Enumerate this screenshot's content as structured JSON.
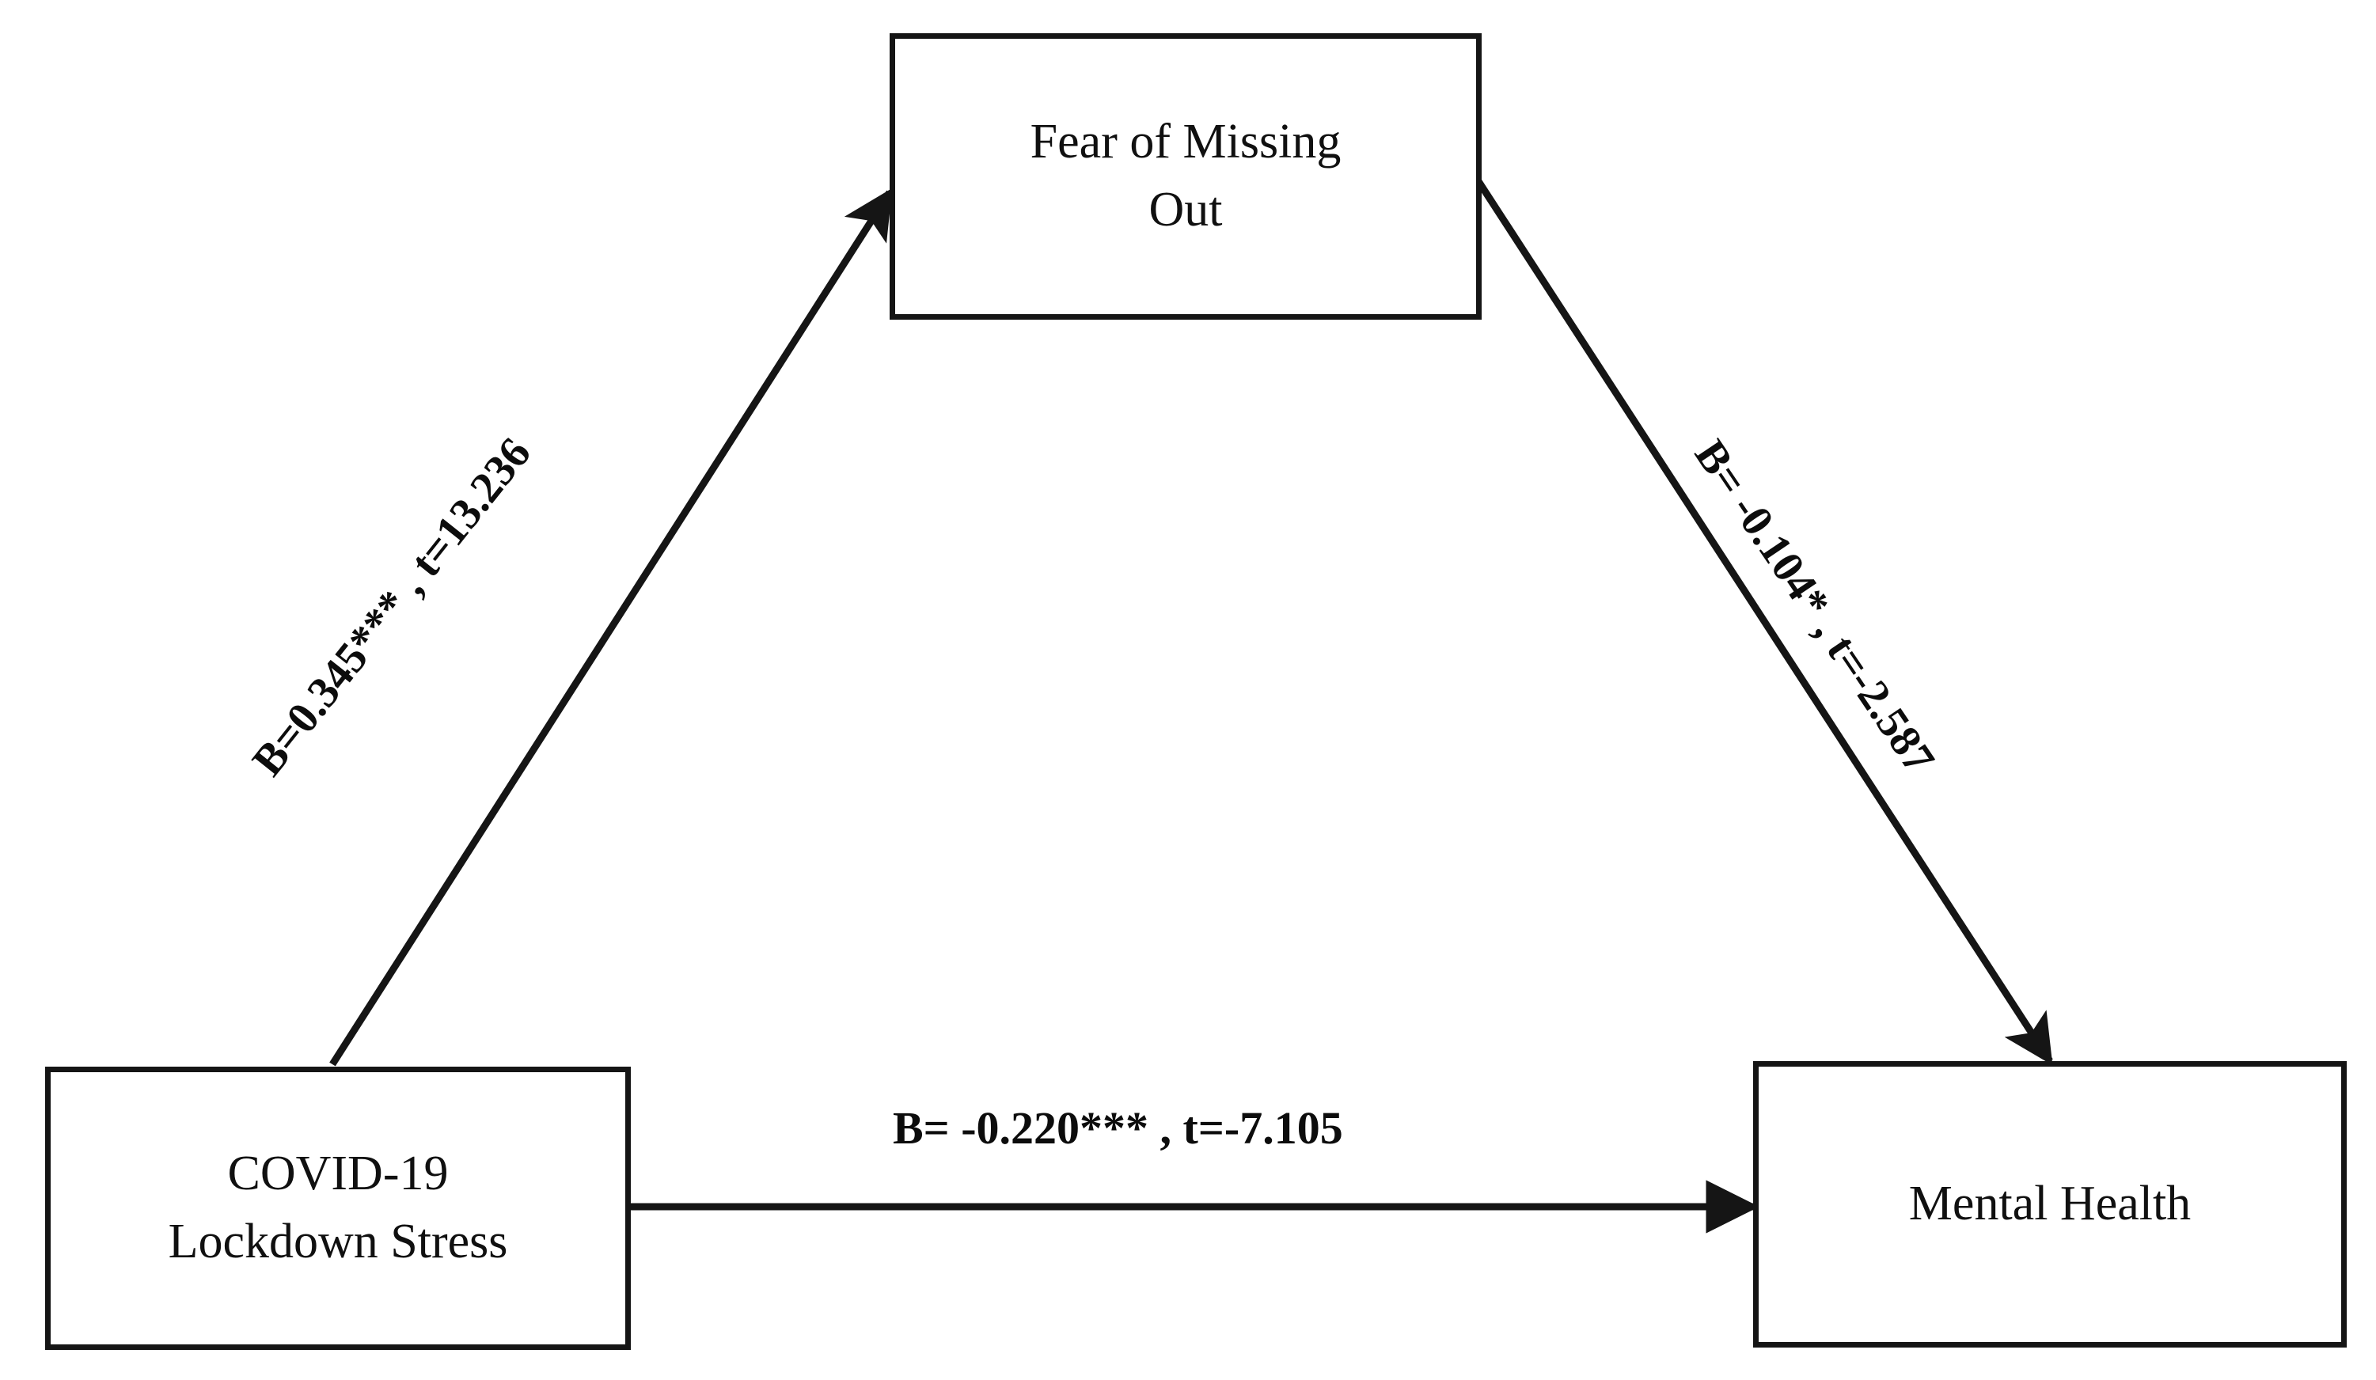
{
  "diagram": {
    "type": "mediation-path-model",
    "nodes": [
      {
        "id": "fomo",
        "name": "fear-of-missing-out",
        "lines": [
          "Fear of Missing",
          "Out"
        ]
      },
      {
        "id": "covid",
        "name": "covid-19-lockdown-stress",
        "lines": [
          "COVID-19",
          "Lockdown Stress"
        ]
      },
      {
        "id": "mental",
        "name": "mental-health",
        "lines": [
          "Mental Health"
        ]
      }
    ],
    "edges": [
      {
        "id": "a-path",
        "name": "covid-to-fomo",
        "from": "covid",
        "to": "fomo",
        "label": "B=0.345*** , t=13.236",
        "coefficient": 0.345,
        "t_value": 13.236,
        "significance": "***"
      },
      {
        "id": "b-path",
        "name": "fomo-to-mental-health",
        "from": "fomo",
        "to": "mental",
        "label": "B= -0.104* , t=-2.587",
        "coefficient": -0.104,
        "t_value": -2.587,
        "significance": "*"
      },
      {
        "id": "c-path",
        "name": "covid-to-mental-health-direct",
        "from": "covid",
        "to": "mental",
        "label": "B= -0.220*** , t=-7.105",
        "coefficient": -0.22,
        "t_value": -7.105,
        "significance": "***"
      }
    ],
    "colors": {
      "stroke": "#151515",
      "text": "#101010",
      "background": "#ffffff"
    }
  }
}
